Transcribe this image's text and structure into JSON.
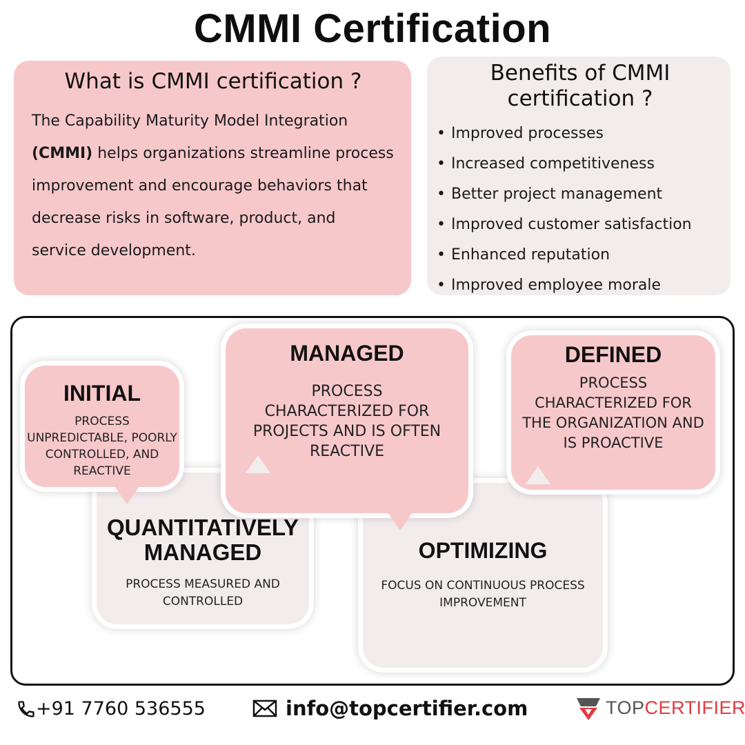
{
  "title": "CMMI Certification",
  "what": {
    "heading": "What is CMMI certification ?",
    "text_pre": "The Capability Maturity Model Integration ",
    "text_bold": "(CMMI)",
    "text_post": " helps organizations streamline process improvement and encourage behaviors that decrease risks in software, product, and service development."
  },
  "benefits": {
    "heading": "Benefits of CMMI certification ?",
    "items": [
      "Improved processes",
      "Increased competitiveness",
      "Better project management",
      "Improved customer satisfaction",
      "Enhanced reputation",
      "Improved employee morale"
    ]
  },
  "levels": {
    "initial": {
      "name": "INITIAL",
      "desc": "PROCESS UNPREDICTABLE, POORLY CONTROLLED, AND REACTIVE"
    },
    "managed": {
      "name": "MANAGED",
      "desc": "PROCESS CHARACTERIZED FOR PROJECTS AND IS OFTEN REACTIVE"
    },
    "defined": {
      "name": "DEFINED",
      "desc": "PROCESS CHARACTERIZED FOR THE ORGANIZATION AND IS PROACTIVE"
    },
    "quant": {
      "name": "QUANTITATIVELY MANAGED",
      "desc": "PROCESS MEASURED AND CONTROLLED"
    },
    "optimizing": {
      "name": "OPTIMIZING",
      "desc": "FOCUS ON CONTINUOUS PROCESS IMPROVEMENT"
    }
  },
  "footer": {
    "phone": "+91 7760 536555",
    "email": "info@topcertifier.com",
    "logo_top": "TOP",
    "logo_certifier": "CERTIFIER"
  },
  "colors": {
    "pink": "#f7c8ca",
    "grey": "#f2eced",
    "brand_red": "#e0393f"
  },
  "icons": [
    "phone-icon",
    "mail-icon",
    "topcertifier-logo-icon"
  ]
}
